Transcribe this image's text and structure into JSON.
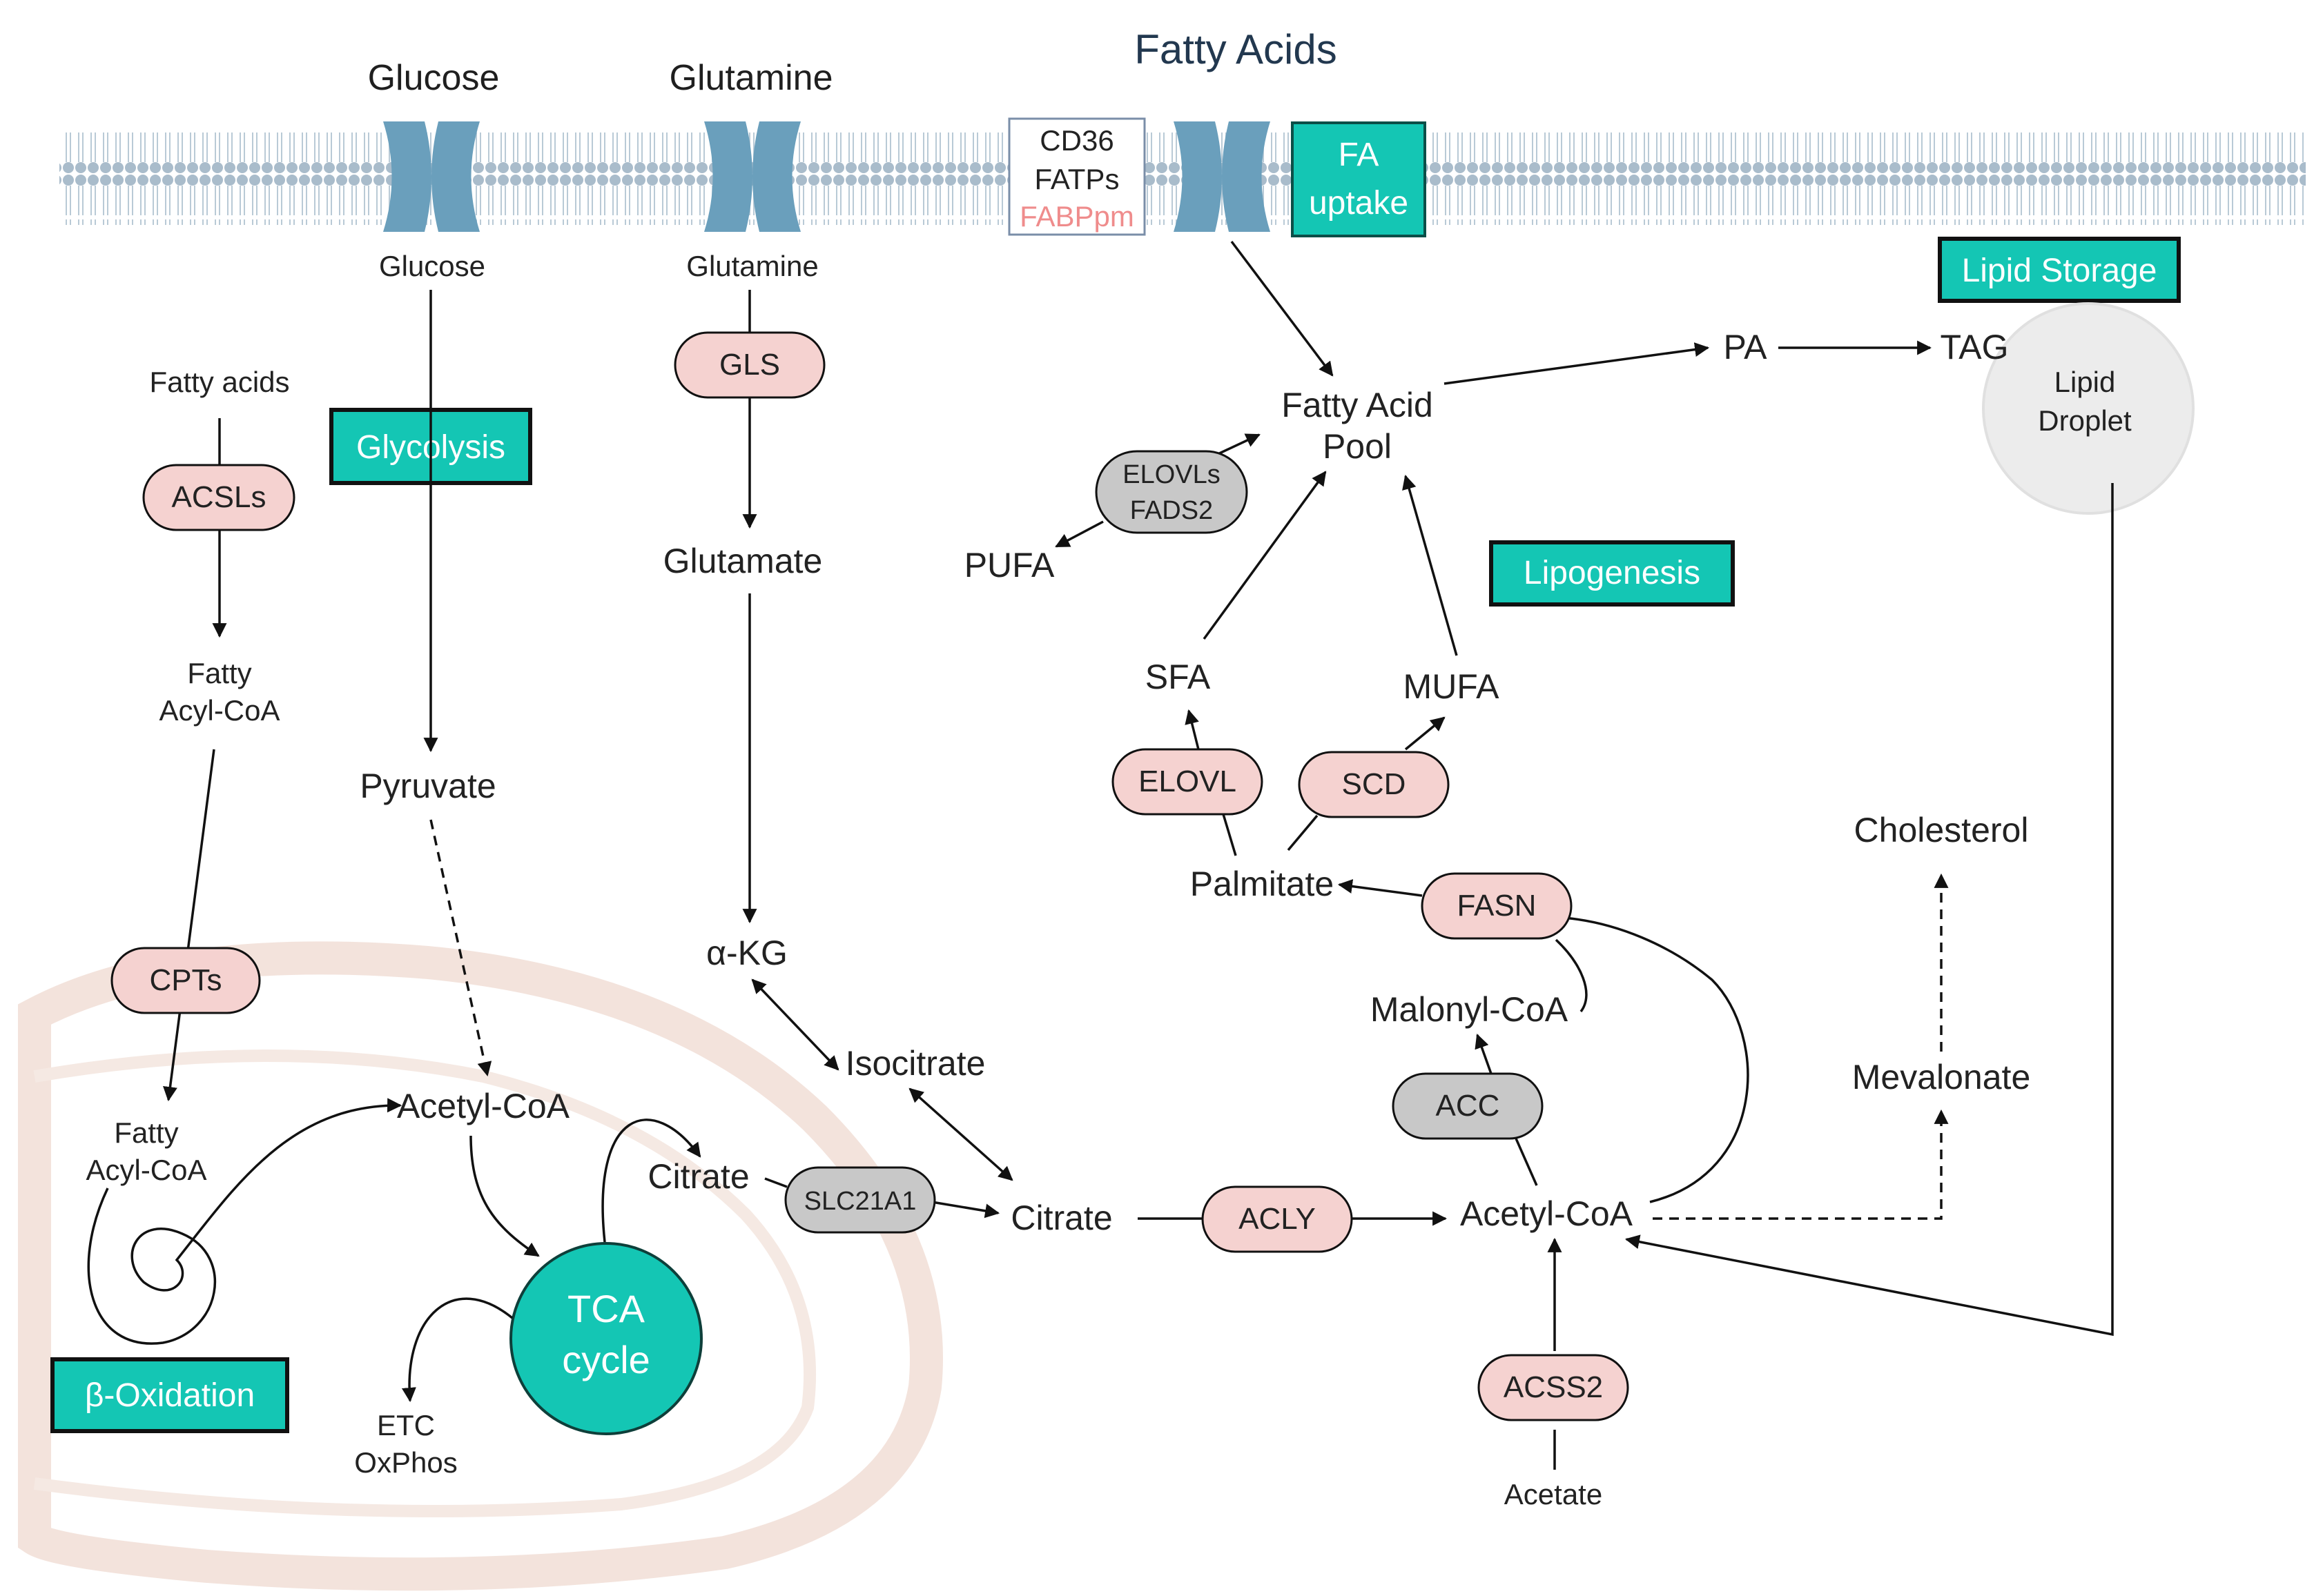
{
  "colors": {
    "teal": "#14c6b4",
    "membrane": "#a9bccb",
    "channel": "#6a9fbc",
    "enzyme_pink": "#f5d2d0",
    "enzyme_gray": "#c8c8c8",
    "mito": "#f3e3dc",
    "droplet": "#ececec"
  },
  "membrane": {
    "glucose": "Glucose",
    "glutamine": "Glutamine",
    "fatty_acids": "Fatty Acids",
    "transporters": [
      "CD36",
      "FATPs",
      "FABPpm"
    ]
  },
  "boxes": {
    "fa_uptake": [
      "FA",
      "uptake"
    ],
    "lipid_storage": "Lipid Storage",
    "glycolysis": "Glycolysis",
    "lipogenesis": "Lipogenesis",
    "beta_oxidation": "β-Oxidation",
    "tca": [
      "TCA",
      "cycle"
    ]
  },
  "enzymes": {
    "acsls": "ACSLs",
    "cpts": "CPTs",
    "gls": "GLS",
    "elovls_fads2": [
      "ELOVLs",
      "FADS2"
    ],
    "elovl": "ELOVL",
    "scd": "SCD",
    "fasn": "FASN",
    "acc": "ACC",
    "acly": "ACLY",
    "acss2": "ACSS2",
    "slc21a1": "SLC21A1"
  },
  "metabolites": {
    "glucose": "Glucose",
    "glutamine": "Glutamine",
    "fatty_acids": "Fatty acids",
    "fatty_acyl_coa_1": [
      "Fatty",
      "Acyl-CoA"
    ],
    "fatty_acyl_coa_2": [
      "Fatty",
      "Acyl-CoA"
    ],
    "pyruvate": "Pyruvate",
    "glutamate": "Glutamate",
    "akg": "α-KG",
    "isocitrate": "Isocitrate",
    "acetyl_coa_mito": "Acetyl-CoA",
    "citrate_mito": "Citrate",
    "citrate_cyto": "Citrate",
    "etc": [
      "ETC",
      "OxPhos"
    ],
    "fa_pool": [
      "Fatty Acid",
      "Pool"
    ],
    "pufa": "PUFA",
    "sfa": "SFA",
    "mufa": "MUFA",
    "palmitate": "Palmitate",
    "malonyl_coa": "Malonyl-CoA",
    "acetyl_coa_cyto": "Acetyl-CoA",
    "acetate": "Acetate",
    "pa": "PA",
    "tag": "TAG",
    "lipid_droplet": [
      "Lipid",
      "Droplet"
    ],
    "cholesterol": "Cholesterol",
    "mevalonate": "Mevalonate"
  }
}
